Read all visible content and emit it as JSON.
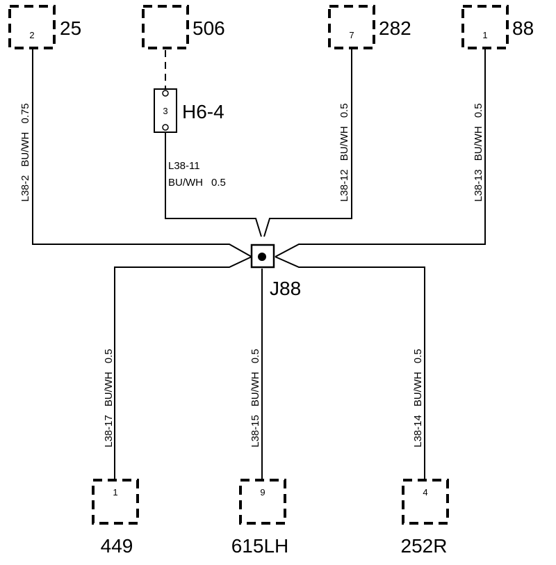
{
  "connectors": {
    "c25": {
      "name": "25",
      "pin": "2"
    },
    "c506": {
      "name": "506",
      "pin": ""
    },
    "c282": {
      "name": "282",
      "pin": "7"
    },
    "c88": {
      "name": "88",
      "pin": "1"
    },
    "c449": {
      "name": "449",
      "pin": "1"
    },
    "c615": {
      "name": "615LH",
      "pin": "9"
    },
    "c252": {
      "name": "252R",
      "pin": "4"
    }
  },
  "h6": {
    "name": "H6-4",
    "pin": "3"
  },
  "splice": {
    "name": "J88"
  },
  "wires": {
    "w2": {
      "id": "L38-2",
      "color": "BU/WH",
      "size": "0.75"
    },
    "w11": {
      "id": "L38-11",
      "color": "BU/WH",
      "size": "0.5"
    },
    "w12": {
      "id": "L38-12",
      "color": "BU/WH",
      "size": "0.5"
    },
    "w13": {
      "id": "L38-13",
      "color": "BU/WH",
      "size": "0.5"
    },
    "w17": {
      "id": "L38-17",
      "color": "BU/WH",
      "size": "0.5"
    },
    "w15": {
      "id": "L38-15",
      "color": "BU/WH",
      "size": "0.5"
    },
    "w14": {
      "id": "L38-14",
      "color": "BU/WH",
      "size": "0.5"
    }
  }
}
